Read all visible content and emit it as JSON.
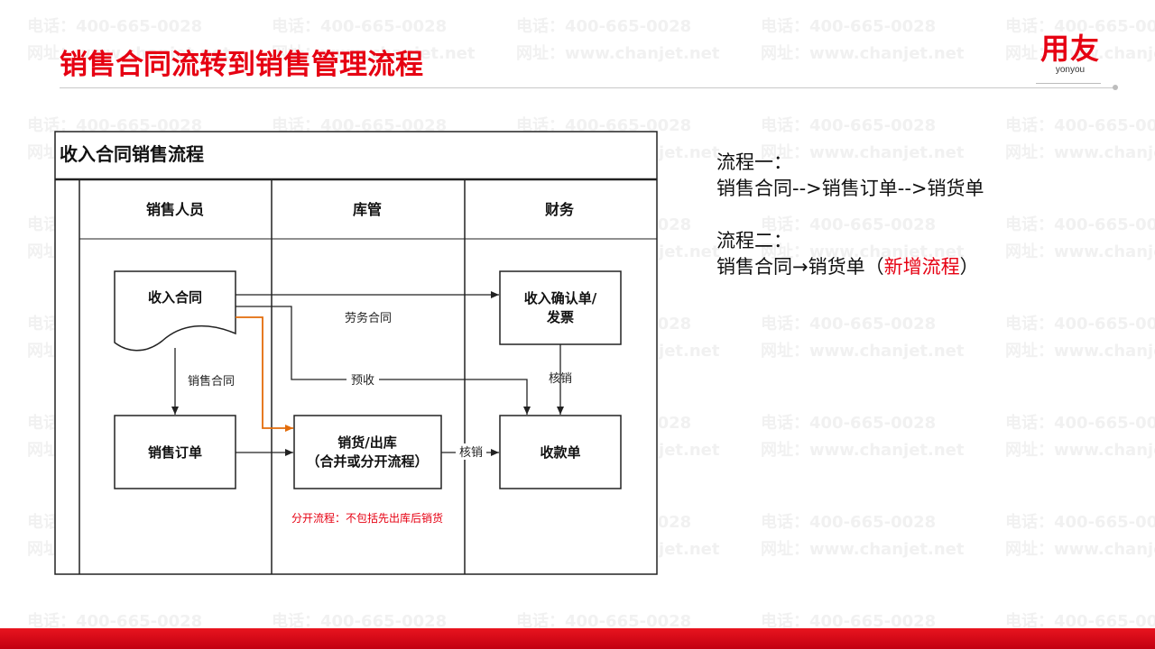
{
  "slide": {
    "title": "销售合同流转到销售管理流程"
  },
  "logo": {
    "mark": "用友",
    "sub": "yonyou"
  },
  "watermark": {
    "phone": "电话：400-665-0028",
    "site": "网址：www.chanjet.net"
  },
  "diagram": {
    "title": "收入合同销售流程",
    "lanes": [
      "销售人员",
      "库管",
      "财务"
    ],
    "nodes": {
      "contract": "收入合同",
      "sales_order": "销售订单",
      "delivery_line1": "销货/出库",
      "delivery_line2": "（合并或分开流程）",
      "confirm_line1": "收入确认单/",
      "confirm_line2": "发票",
      "receipt": "收款单"
    },
    "edge_labels": {
      "service_contract": "劳务合同",
      "sales_contract": "销售合同",
      "prepay": "预收",
      "writeoff_finance": "核销",
      "writeoff_delivery": "核销"
    },
    "note": "分开流程：不包括先出库后销货"
  },
  "flows": {
    "flow1_label": "流程一：",
    "flow1_text": "销售合同-->销售订单-->销货单",
    "flow2_label": "流程二：",
    "flow2_text": "销售合同→销货单（",
    "flow2_highlight": "新增流程",
    "flow2_close": "）"
  },
  "colors": {
    "brand_red": "#e60012",
    "orange_path": "#e36c0a"
  }
}
